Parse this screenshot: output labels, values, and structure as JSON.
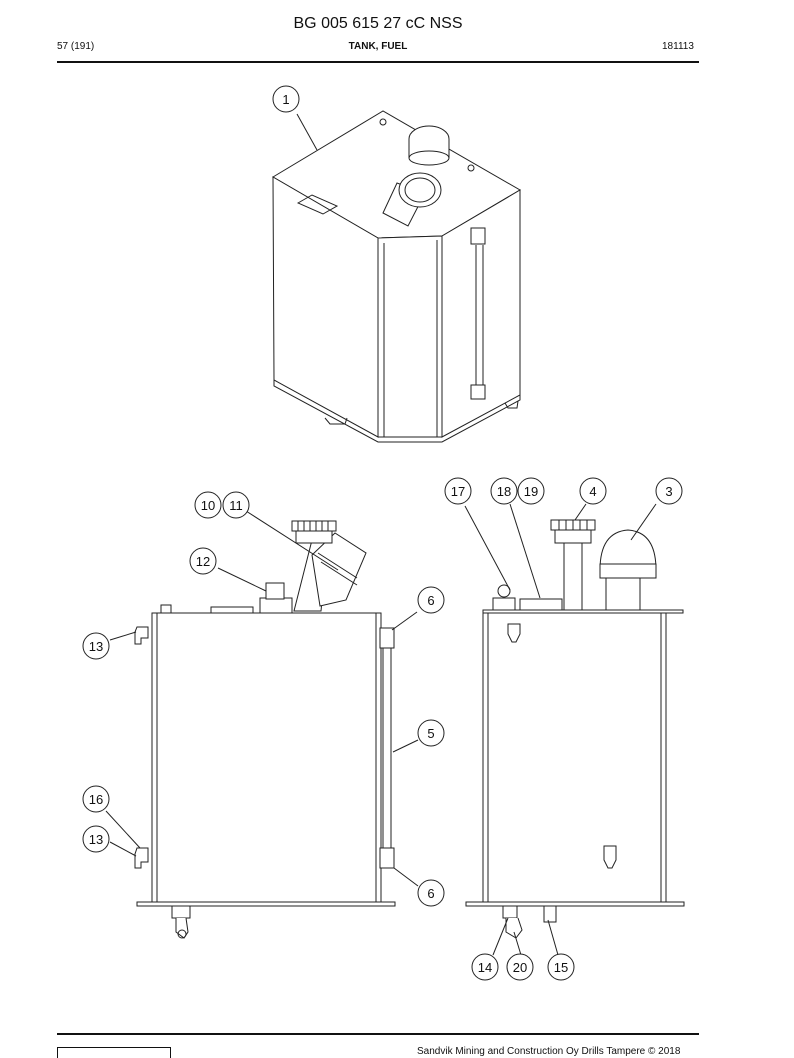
{
  "header": {
    "doc_title": "BG 005 615 27 cC NSS",
    "page_ref": "57 (191)",
    "section": "TANK, FUEL",
    "date_code": "181113"
  },
  "footer": {
    "copyright": "Sandvik Mining and Construction Oy Drills Tampere © 2018"
  },
  "callouts": {
    "c1": "1",
    "c3": "3",
    "c4": "4",
    "c5": "5",
    "c6a": "6",
    "c6b": "6",
    "c10": "10",
    "c11": "11",
    "c12": "12",
    "c13a": "13",
    "c13b": "13",
    "c14": "14",
    "c15": "15",
    "c16": "16",
    "c17": "17",
    "c18": "18",
    "c19": "19",
    "c20": "20"
  }
}
